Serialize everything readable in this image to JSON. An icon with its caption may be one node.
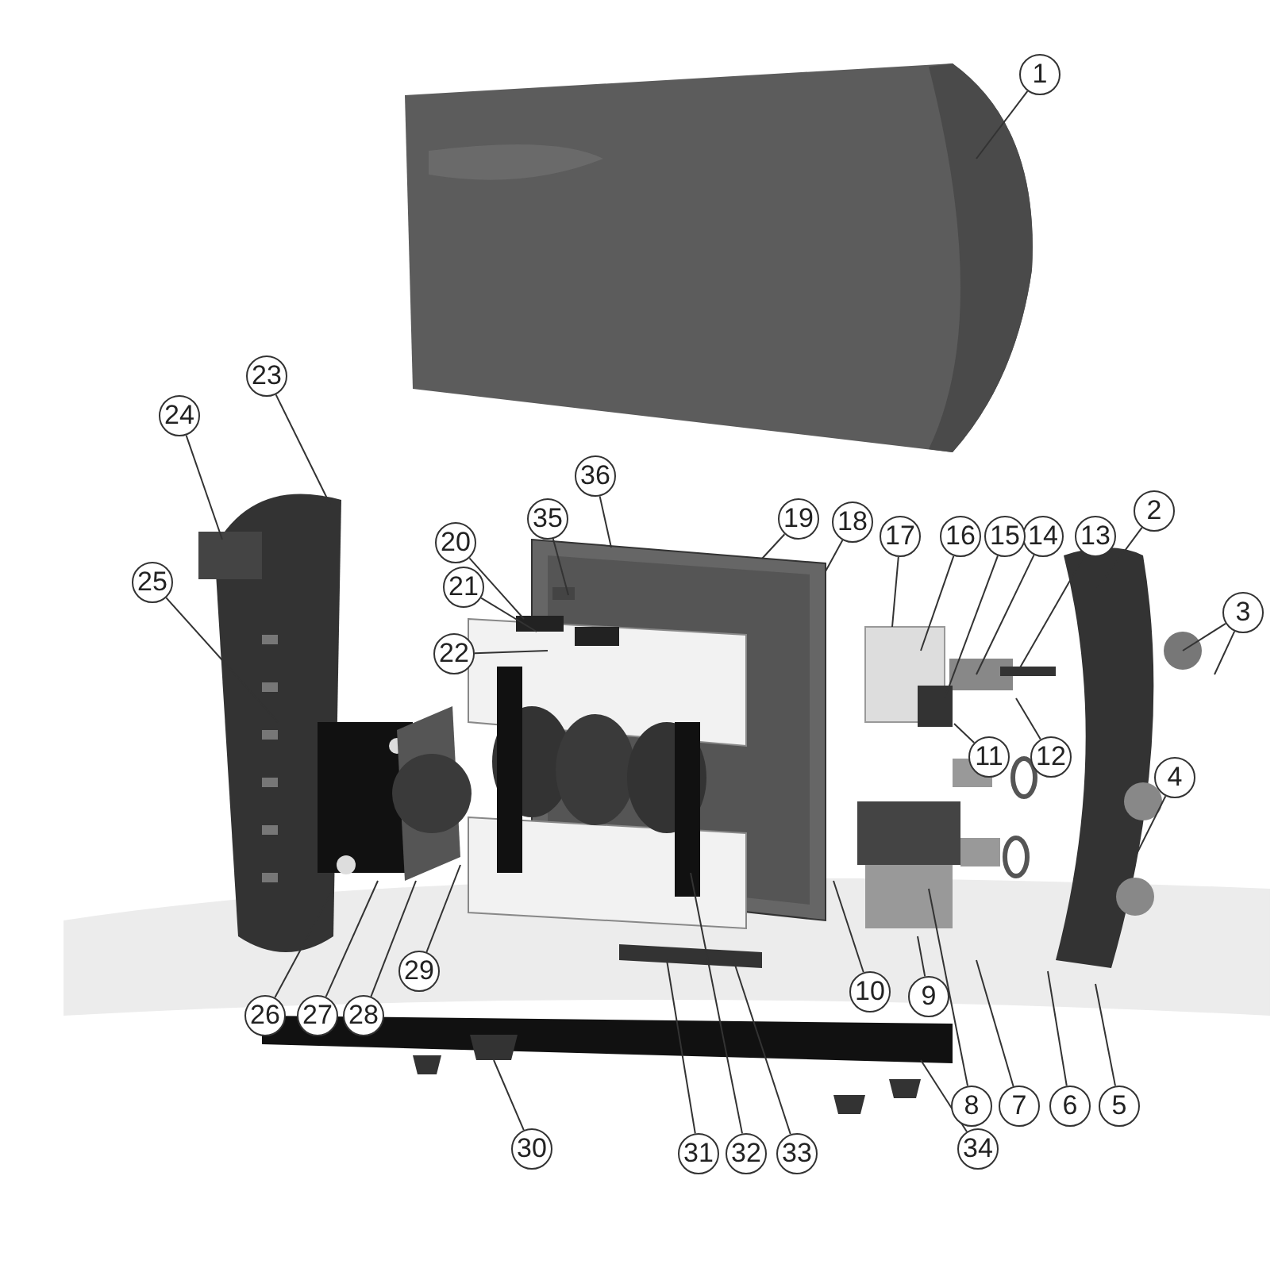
{
  "diagram": {
    "nodes": [
      {
        "text": [
          "1"
        ]
      },
      {
        "text": [
          "2"
        ]
      },
      {
        "text": [
          "3"
        ]
      },
      {
        "text": [
          "4"
        ]
      },
      {
        "text": [
          "5"
        ]
      },
      {
        "text": [
          "6"
        ]
      },
      {
        "text": [
          "7"
        ]
      },
      {
        "text": [
          "8"
        ]
      },
      {
        "text": [
          "9"
        ]
      },
      {
        "text": [
          "10"
        ]
      },
      {
        "text": [
          "11"
        ]
      },
      {
        "text": [
          "12"
        ]
      },
      {
        "text": [
          "13"
        ]
      },
      {
        "text": [
          "14"
        ]
      },
      {
        "text": [
          "15"
        ]
      },
      {
        "text": [
          "16"
        ]
      },
      {
        "text": [
          "17"
        ]
      },
      {
        "text": [
          "18"
        ]
      },
      {
        "text": [
          "19"
        ]
      },
      {
        "text": [
          "20"
        ]
      },
      {
        "text": [
          "21"
        ]
      },
      {
        "text": [
          "22"
        ]
      },
      {
        "text": [
          "23"
        ]
      },
      {
        "text": [
          "24"
        ]
      },
      {
        "text": [
          "25"
        ]
      },
      {
        "text": [
          "26"
        ]
      },
      {
        "text": [
          "27"
        ]
      },
      {
        "text": [
          "28"
        ]
      },
      {
        "text": [
          "29"
        ]
      },
      {
        "text": [
          "30"
        ]
      },
      {
        "text": [
          "31"
        ]
      },
      {
        "text": [
          "32"
        ]
      },
      {
        "text": [
          "33"
        ]
      },
      {
        "text": [
          "34"
        ]
      },
      {
        "text": [
          "35"
        ]
      },
      {
        "text": [
          "36"
        ]
      }
    ],
    "edges": [
      {
        "from": 0,
        "to": null,
        "arrow": "none"
      },
      {
        "from": 1,
        "to": null,
        "arrow": "none"
      },
      {
        "from": 2,
        "to": null,
        "arrow": "none"
      },
      {
        "from": 2,
        "to": null,
        "arrow": "none"
      },
      {
        "from": 3,
        "to": null,
        "arrow": "none"
      },
      {
        "from": 4,
        "to": null,
        "arrow": "none"
      },
      {
        "from": 5,
        "to": null,
        "arrow": "none"
      },
      {
        "from": 6,
        "to": null,
        "arrow": "none"
      },
      {
        "from": 7,
        "to": null,
        "arrow": "none"
      },
      {
        "from": 8,
        "to": null,
        "arrow": "none"
      },
      {
        "from": 9,
        "to": null,
        "arrow": "none"
      },
      {
        "from": 10,
        "to": null,
        "arrow": "none"
      },
      {
        "from": 11,
        "to": null,
        "arrow": "none"
      },
      {
        "from": 12,
        "to": null,
        "arrow": "none"
      },
      {
        "from": 13,
        "to": null,
        "arrow": "none"
      },
      {
        "from": 14,
        "to": null,
        "arrow": "none"
      },
      {
        "from": 15,
        "to": null,
        "arrow": "none"
      },
      {
        "from": 16,
        "to": null,
        "arrow": "none"
      },
      {
        "from": 17,
        "to": null,
        "arrow": "none"
      },
      {
        "from": 18,
        "to": null,
        "arrow": "none"
      },
      {
        "from": 19,
        "to": null,
        "arrow": "none"
      },
      {
        "from": 20,
        "to": null,
        "arrow": "none"
      },
      {
        "from": 21,
        "to": null,
        "arrow": "none"
      },
      {
        "from": 22,
        "to": null,
        "arrow": "none"
      },
      {
        "from": 23,
        "to": null,
        "arrow": "none"
      },
      {
        "from": 24,
        "to": null,
        "arrow": "none"
      },
      {
        "from": 25,
        "to": null,
        "arrow": "none"
      },
      {
        "from": 26,
        "to": null,
        "arrow": "none"
      },
      {
        "from": 27,
        "to": null,
        "arrow": "none"
      },
      {
        "from": 28,
        "to": null,
        "arrow": "none"
      },
      {
        "from": 29,
        "to": null,
        "arrow": "none"
      },
      {
        "from": 30,
        "to": null,
        "arrow": "none"
      },
      {
        "from": 31,
        "to": null,
        "arrow": "none"
      },
      {
        "from": 32,
        "to": null,
        "arrow": "none"
      },
      {
        "from": 33,
        "to": null,
        "arrow": "none"
      },
      {
        "from": 34,
        "to": null,
        "arrow": "none"
      },
      {
        "from": 35,
        "to": null,
        "arrow": "none"
      }
    ]
  }
}
